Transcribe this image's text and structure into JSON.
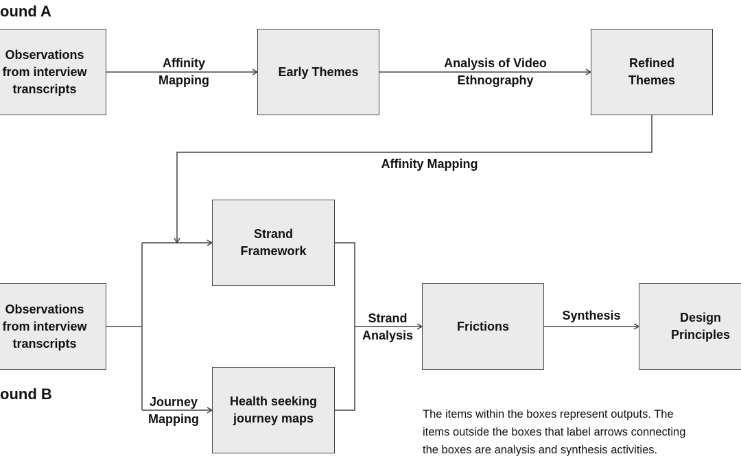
{
  "rounds": {
    "a": "ound A",
    "b": "ound B"
  },
  "boxes": {
    "obs_a": "Observations\nfrom interview\ntranscripts",
    "early_themes": "Early Themes",
    "refined_themes": "Refined\nThemes",
    "strand_framework": "Strand\nFramework",
    "obs_b": "Observations\nfrom interview\ntranscripts",
    "journey_maps": "Health seeking\njourney maps",
    "frictions": "Frictions",
    "design_principles": "Design\nPrinciples"
  },
  "labels": {
    "affinity_mapping_1": "Affinity\nMapping",
    "video_ethnography": "Analysis of Video\nEthnography",
    "affinity_mapping_2": "Affinity Mapping",
    "journey_mapping": "Journey\nMapping",
    "strand_analysis": "Strand\nAnalysis",
    "synthesis": "Synthesis"
  },
  "note": [
    "The items within the boxes represent outputs. The",
    "items outside the boxes that label arrows connecting",
    "the boxes are analysis and synthesis activities."
  ],
  "colors": {
    "box_fill": "#ebebeb",
    "box_border": "#444444",
    "line": "#444444",
    "text": "#111111"
  }
}
